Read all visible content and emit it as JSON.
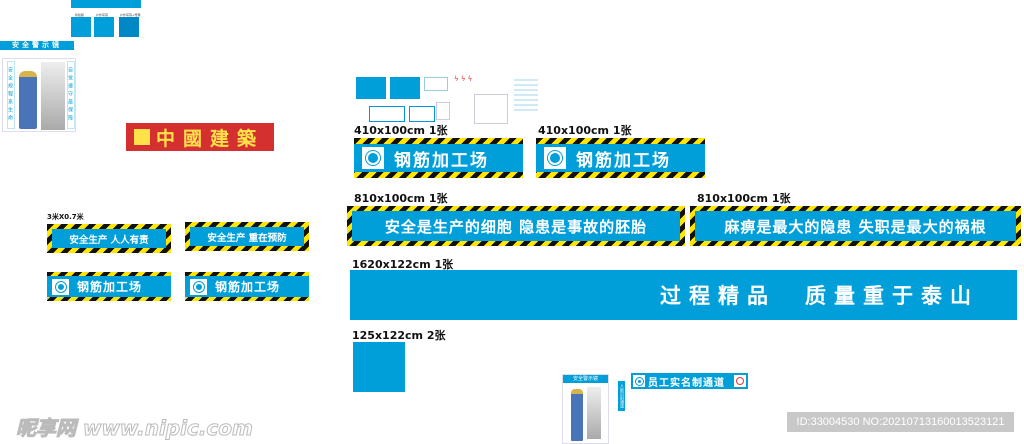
{
  "swatches": {
    "labels": [
      "喷绘膜",
      "户外写真",
      "户外写真+雪弗"
    ]
  },
  "mirror_top": {
    "title": "安全警示镜",
    "left_text": "安全规程系生命",
    "right_text": "自觉遵守最保障"
  },
  "brand_banner": {
    "text": "中國建築",
    "color": "#d3302f"
  },
  "small_signs": {
    "size_label": "3米X0.7米",
    "items": [
      "安全生产 人人有责",
      "安全生产 重在预防",
      "钢筋加工场",
      "钢筋加工场"
    ]
  },
  "signs_410": {
    "size_label": "410x100cm 1张",
    "text": "钢筋加工场"
  },
  "signs_810": {
    "size_label": "810x100cm 1张",
    "items": [
      "安全是生产的细胞 隐患是事故的胚胎",
      "麻痹是最大的隐患 失职是最大的祸根"
    ]
  },
  "banner_1620": {
    "size_label": "1620x122cm 1张",
    "text": "过程精品　质量重于泰山"
  },
  "square_125": {
    "size_label": "125x122cm 2张"
  },
  "mirror_bottom": {
    "title": "安全警示镜"
  },
  "channel": {
    "text": "员工实名制通道",
    "vertical": "人脸识别通道"
  },
  "watermark": {
    "site": "昵享网 www.nipic.com",
    "id": "ID:33004530 NO:20210713160013523121"
  },
  "colors": {
    "accent": "#009fd9",
    "hazard_yellow": "#ffe600",
    "red": "#d3302f"
  }
}
